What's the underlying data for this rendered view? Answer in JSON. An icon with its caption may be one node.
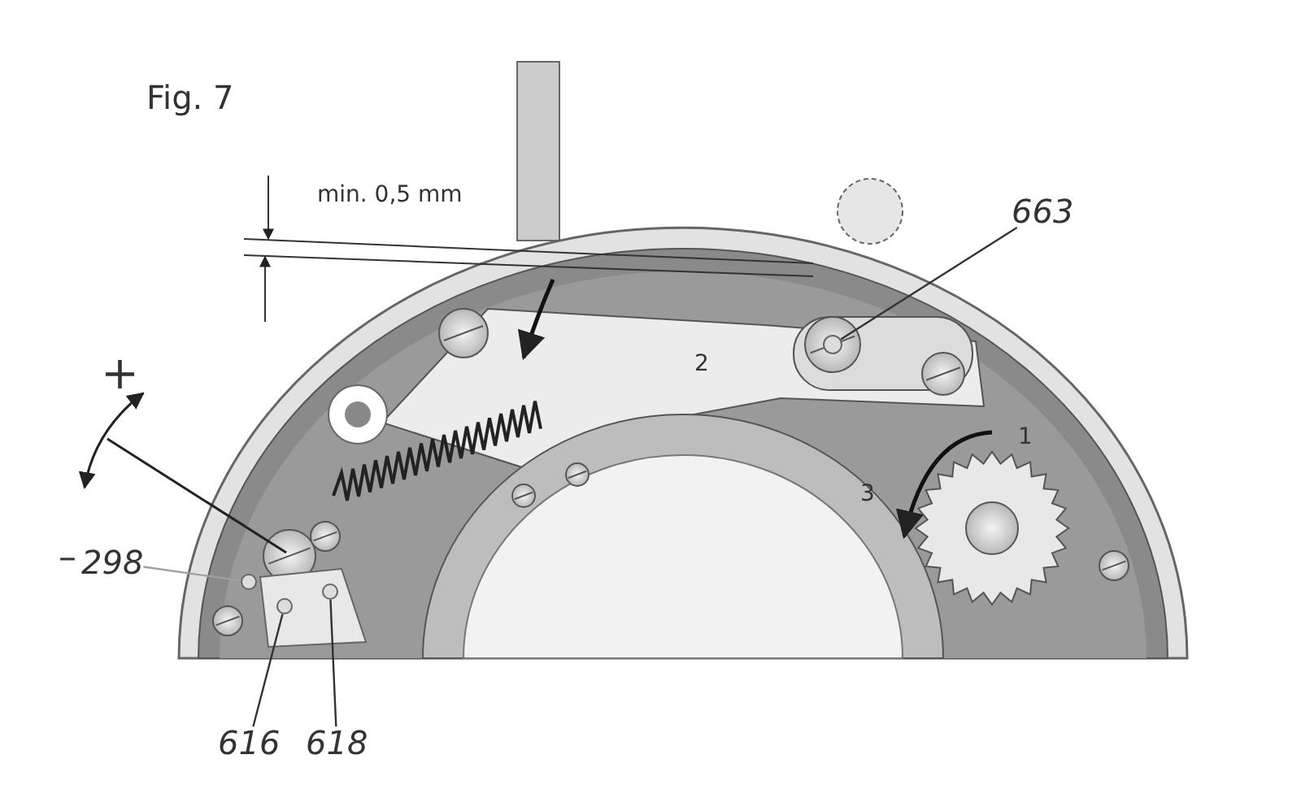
{
  "diagram": {
    "title": "Fig. 7",
    "nodes": [
      {
        "text": [
          "663"
        ]
      },
      {
        "text": [],
        "shape": "circle"
      },
      {
        "text": [
          "298"
        ]
      },
      {
        "text": [],
        "shape": "circle"
      },
      {
        "text": [
          "616"
        ]
      },
      {
        "text": [],
        "shape": "circle"
      },
      {
        "text": [
          "618"
        ]
      },
      {
        "text": [],
        "shape": "circle"
      }
    ],
    "edges": [
      {
        "from": 0,
        "to": 1,
        "arrow": "none"
      },
      {
        "from": 2,
        "to": 3,
        "arrow": "none",
        "color": "#a0a0a0"
      },
      {
        "from": 4,
        "to": 5,
        "arrow": "none"
      },
      {
        "from": 6,
        "to": 7,
        "arrow": "none"
      }
    ],
    "labels": [
      "min. 0,5 mm",
      "+",
      "–",
      "1",
      "2",
      "3"
    ]
  }
}
